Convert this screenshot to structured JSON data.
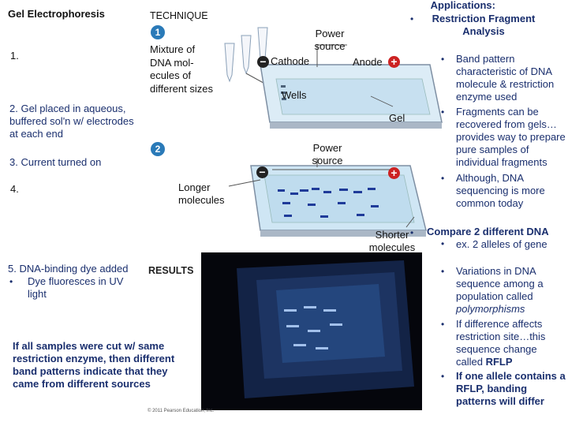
{
  "left": {
    "title": "Gel Electrophoresis",
    "step1": "1.",
    "step2": "2. Gel placed in aqueous, buffered sol'n w/ electrodes at each end",
    "step3": "3. Current turned on",
    "step4": "4.",
    "step5": "5. DNA-binding dye added",
    "step5_bullet": "Dye fluoresces in UV light",
    "conclusion": "If all samples were cut w/ same restriction enzyme, then different band patterns indicate that they came from different sources"
  },
  "figure": {
    "technique": "TECHNIQUE",
    "badge1": "1",
    "badge2": "2",
    "mixture": "Mixture of DNA mol-ecules of different sizes",
    "power_source_1": "Power source",
    "power_source_2": "Power source",
    "cathode": "Cathode",
    "anode": "Anode",
    "minus": "−",
    "plus": "+",
    "wells": "Wells",
    "gel": "Gel",
    "longer": "Longer molecules",
    "shorter": "Shorter molecules",
    "results": "RESULTS",
    "copyright": "© 2011 Pearson Education, Inc."
  },
  "right": {
    "applications_title": "Applications:",
    "rfa_title": "Restriction Fragment Analysis",
    "rfa_bullets": [
      "Band pattern characteristic of DNA molecule & restriction enzyme used",
      "Fragments can be recovered from gels…provides way to prepare pure samples of individual fragments",
      "Although, DNA sequencing is more common today"
    ],
    "compare_title": "Compare 2 different DNA",
    "compare_sub": "ex. 2 alleles of gene",
    "poly_pre": "Variations in DNA sequence among a population called ",
    "poly_term": "polymorphisms",
    "rflp_pre": "If difference affects restriction site…this sequence change called ",
    "rflp_term": "RFLP",
    "rflp_bold": "If one allele contains a RFLP, banding patterns will differ"
  },
  "colors": {
    "badge": "#2a7ab8",
    "anode": "#cc2222",
    "cathode": "#222222",
    "gel": "#cfe6f4",
    "bands": "#1f3b99"
  },
  "bullet": "•"
}
